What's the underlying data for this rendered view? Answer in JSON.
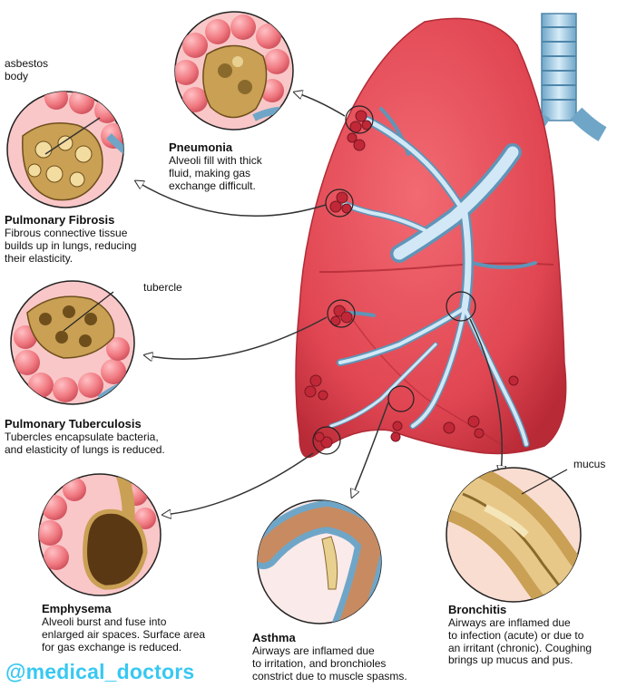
{
  "labels": {
    "asbestos": "asbestos\nbody",
    "tubercle": "tubercle",
    "mucus": "mucus"
  },
  "conditions": {
    "pneumonia": {
      "title": "Pneumonia",
      "description": "Alveoli fill with thick\nfluid, making gas\nexchange difficult."
    },
    "fibrosis": {
      "title": "Pulmonary Fibrosis",
      "description": "Fibrous connective tissue\nbuilds up in lungs, reducing\ntheir elasticity."
    },
    "tuberculosis": {
      "title": "Pulmonary Tuberculosis",
      "description": "Tubercles encapsulate bacteria,\nand elasticity of lungs is reduced."
    },
    "emphysema": {
      "title": "Emphysema",
      "description": "Alveoli burst and fuse into\nenlarged air spaces. Surface area\nfor gas exchange is reduced."
    },
    "asthma": {
      "title": "Asthma",
      "description": "Airways are inflamed due\nto irritation, and bronchioles\nconstrict due to muscle spasms."
    },
    "bronchitis": {
      "title": "Bronchitis",
      "description": "Airways are inflamed due\nto infection (acute) or due to\nan irritant (chronic). Coughing\nbrings  up mucus and pus."
    }
  },
  "watermark": "@medical_doctors",
  "colors": {
    "lung": "#e8505a",
    "lung_dark": "#c8303c",
    "airway": "#a9cfe6",
    "alveoli": "#f07880",
    "fibrous": "#c9a054",
    "watermark": "#38c8f2"
  }
}
